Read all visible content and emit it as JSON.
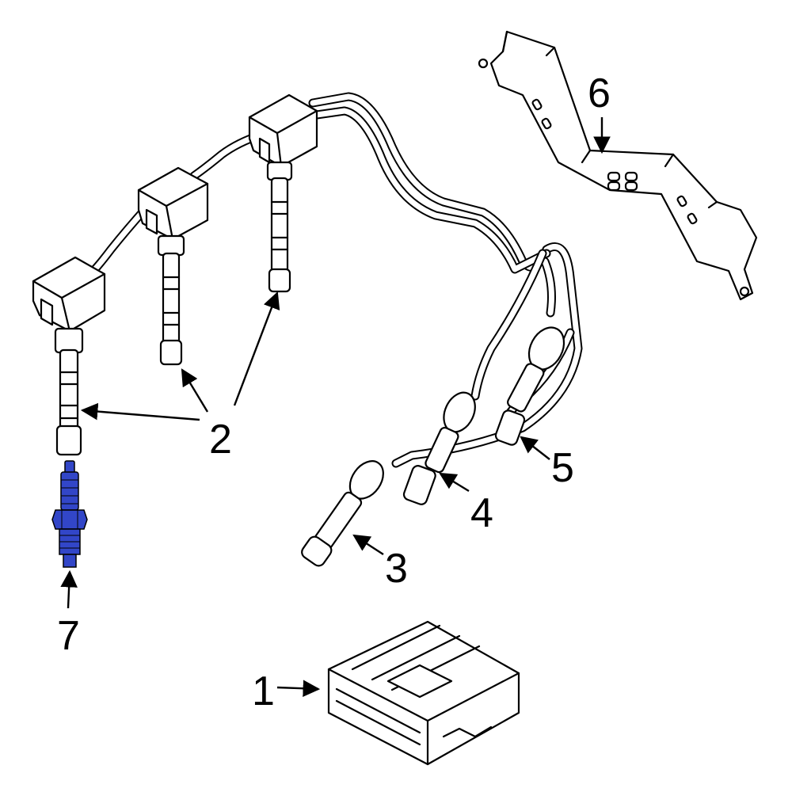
{
  "diagram": {
    "highlight_color": "#3246c8",
    "line_color": "#000000",
    "parts": [
      {
        "label": "1",
        "icon": "ecu-module"
      },
      {
        "label": "2",
        "icon": "ignition-coil"
      },
      {
        "label": "3",
        "icon": "spark-plug-wire-boot"
      },
      {
        "label": "4",
        "icon": "spark-plug-wire-boot"
      },
      {
        "label": "5",
        "icon": "spark-plug-wire-boot"
      },
      {
        "label": "6",
        "icon": "bracket"
      },
      {
        "label": "7",
        "icon": "spark-plug"
      }
    ]
  }
}
